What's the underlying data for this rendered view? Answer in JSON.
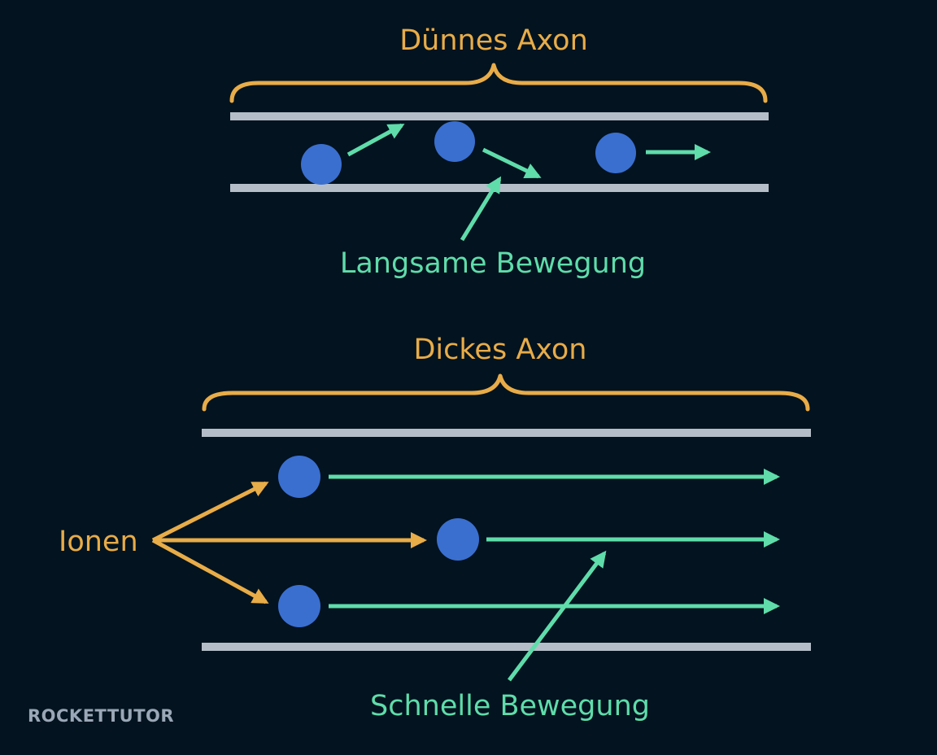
{
  "thin_axon": {
    "title": "Dünnes Axon",
    "annotation": "Langsame Bewegung"
  },
  "thick_axon": {
    "title": "Dickes Axon",
    "annotation": "Schnelle Bewegung",
    "ions_label": "Ionen"
  },
  "logo": {
    "text": "ROCKETTUTOR"
  },
  "colors": {
    "background": "#03131f",
    "brace": "#e8ac48",
    "membrane": "#b5bec8",
    "ion": "#3a6fd0",
    "motion_arrow": "#5fdcaa",
    "ions_arrow": "#e8ac48"
  }
}
